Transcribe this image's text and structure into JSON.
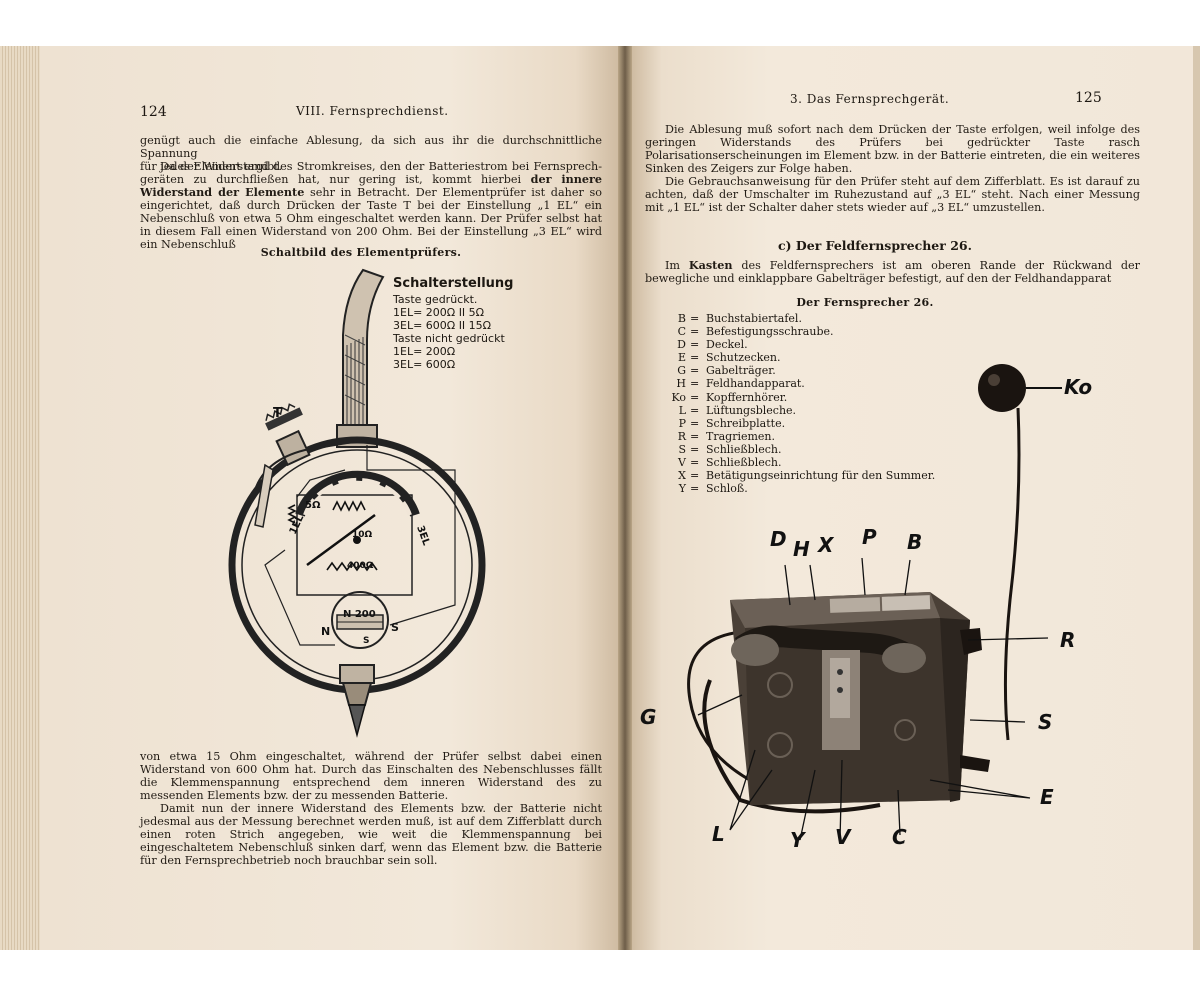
{
  "left": {
    "page_number": "124",
    "running_title": "VIII. Fernsprechdienst.",
    "para1_lines": [
      "genügt auch die einfache Ablesung, da sich aus ihr die durchschnittliche Spannung",
      "für jedes Element ergibt."
    ],
    "para2_a": "Da der Widerstand des Stromkreises, den der Batteriestrom bei Fernsprech-geräten zu durchfließen hat, nur gering ist, kommt hierbei ",
    "para2_bold": "der innere Widerstand der Elemente",
    "para2_b": " sehr in Betracht. Der Elementprüfer ist daher so eingerichtet, daß durch Drücken der Taste T bei der Einstellung „1 EL“ ein Nebenschluß von etwa 5 Ohm eingeschaltet werden kann. Der Prüfer selbst hat in diesem Fall einen Widerstand von 200 Ohm. Bei der Einstellung „3 EL“ wird ein Nebenschluß",
    "figure_caption": "Schaltbild des Elementprüfers.",
    "switch_title": "Schalterstellung",
    "switch_lines": [
      "Taste gedrückt.",
      "1EL= 200Ω II 5Ω",
      "3EL= 600Ω II 15Ω",
      "Taste nicht gedrückt",
      "1EL= 200Ω",
      "3EL= 600Ω"
    ],
    "dial_labels": {
      "t": "T",
      "n": "N",
      "s": "S",
      "r5": "5Ω",
      "r10": "10Ω",
      "r400": "400Ω",
      "r200": "N 200",
      "el1": "1EL",
      "el3": "3EL",
      "is": "S"
    },
    "para3": "von etwa 15 Ohm eingeschaltet, während der Prüfer selbst dabei einen Widerstand von 600 Ohm hat. Durch das Einschalten des Nebenschlusses fällt die Klemmenspannung entsprechend dem inneren Widerstand des zu messenden Elements bzw. der zu messenden Batterie.",
    "para4": "Damit nun der innere Widerstand des Elements bzw. der Batterie nicht jedesmal aus der Messung berechnet werden muß, ist auf dem Zifferblatt durch einen roten Strich angegeben, wie weit die Klemmenspannung bei eingeschaltetem Nebenschluß sinken darf, wenn das Element bzw. die Batterie für den Fernsprechbetrieb noch brauchbar sein soll."
  },
  "right": {
    "page_number": "125",
    "running_title": "3. Das Fernsprechgerät.",
    "para1": "Die Ablesung muß sofort nach dem Drücken der Taste erfolgen, weil infolge des geringen Widerstands des Prüfers bei gedrückter Taste rasch Polarisationserscheinungen im Element bzw. in der Batterie eintreten, die ein weiteres Sinken des Zeigers zur Folge haben.",
    "para2": "Die Gebrauchsanweisung für den Prüfer steht auf dem Zifferblatt. Es ist darauf zu achten, daß der Umschalter im Ruhezustand auf „3 EL“ steht. Nach einer Messung mit „1 EL“ ist der Schalter daher stets wieder auf „3 EL“ umzustellen.",
    "section_heading": "c) Der Feldfernsprecher 26.",
    "para3_a": "Im ",
    "para3_bold": "Kasten",
    "para3_b": " des Feldfernsprechers ist am oberen Rande der Rückwand der bewegliche und einklappbare Gabelträger befestigt, auf den der Feldhandapparat",
    "figure_caption": "Der Fernsprecher 26.",
    "legend": [
      {
        "key": "B",
        "text": "Buchstabiertafel."
      },
      {
        "key": "C",
        "text": "Befestigungsschraube."
      },
      {
        "key": "D",
        "text": "Deckel."
      },
      {
        "key": "E",
        "text": "Schutzecken."
      },
      {
        "key": "G",
        "text": "Gabelträger."
      },
      {
        "key": "H",
        "text": "Feldhandapparat."
      },
      {
        "key": "Ko",
        "text": "Kopffernhörer."
      },
      {
        "key": "L",
        "text": "Lüftungsbleche."
      },
      {
        "key": "P",
        "text": "Schreibplatte."
      },
      {
        "key": "R",
        "text": "Tragriemen."
      },
      {
        "key": "S",
        "text": "Schließblech."
      },
      {
        "key": "V",
        "text": "Schließblech."
      },
      {
        "key": "X",
        "text": "Betätigungseinrichtung für den Summer."
      },
      {
        "key": "Y",
        "text": "Schloß."
      }
    ],
    "legend_eq": "=",
    "photo_labels": {
      "d": "D",
      "h": "H",
      "x": "X",
      "p": "P",
      "b": "B",
      "ko": "Ko",
      "r": "R",
      "g": "G",
      "s": "S",
      "e": "E",
      "l": "L",
      "y": "Y",
      "v": "V",
      "c": "C"
    }
  }
}
